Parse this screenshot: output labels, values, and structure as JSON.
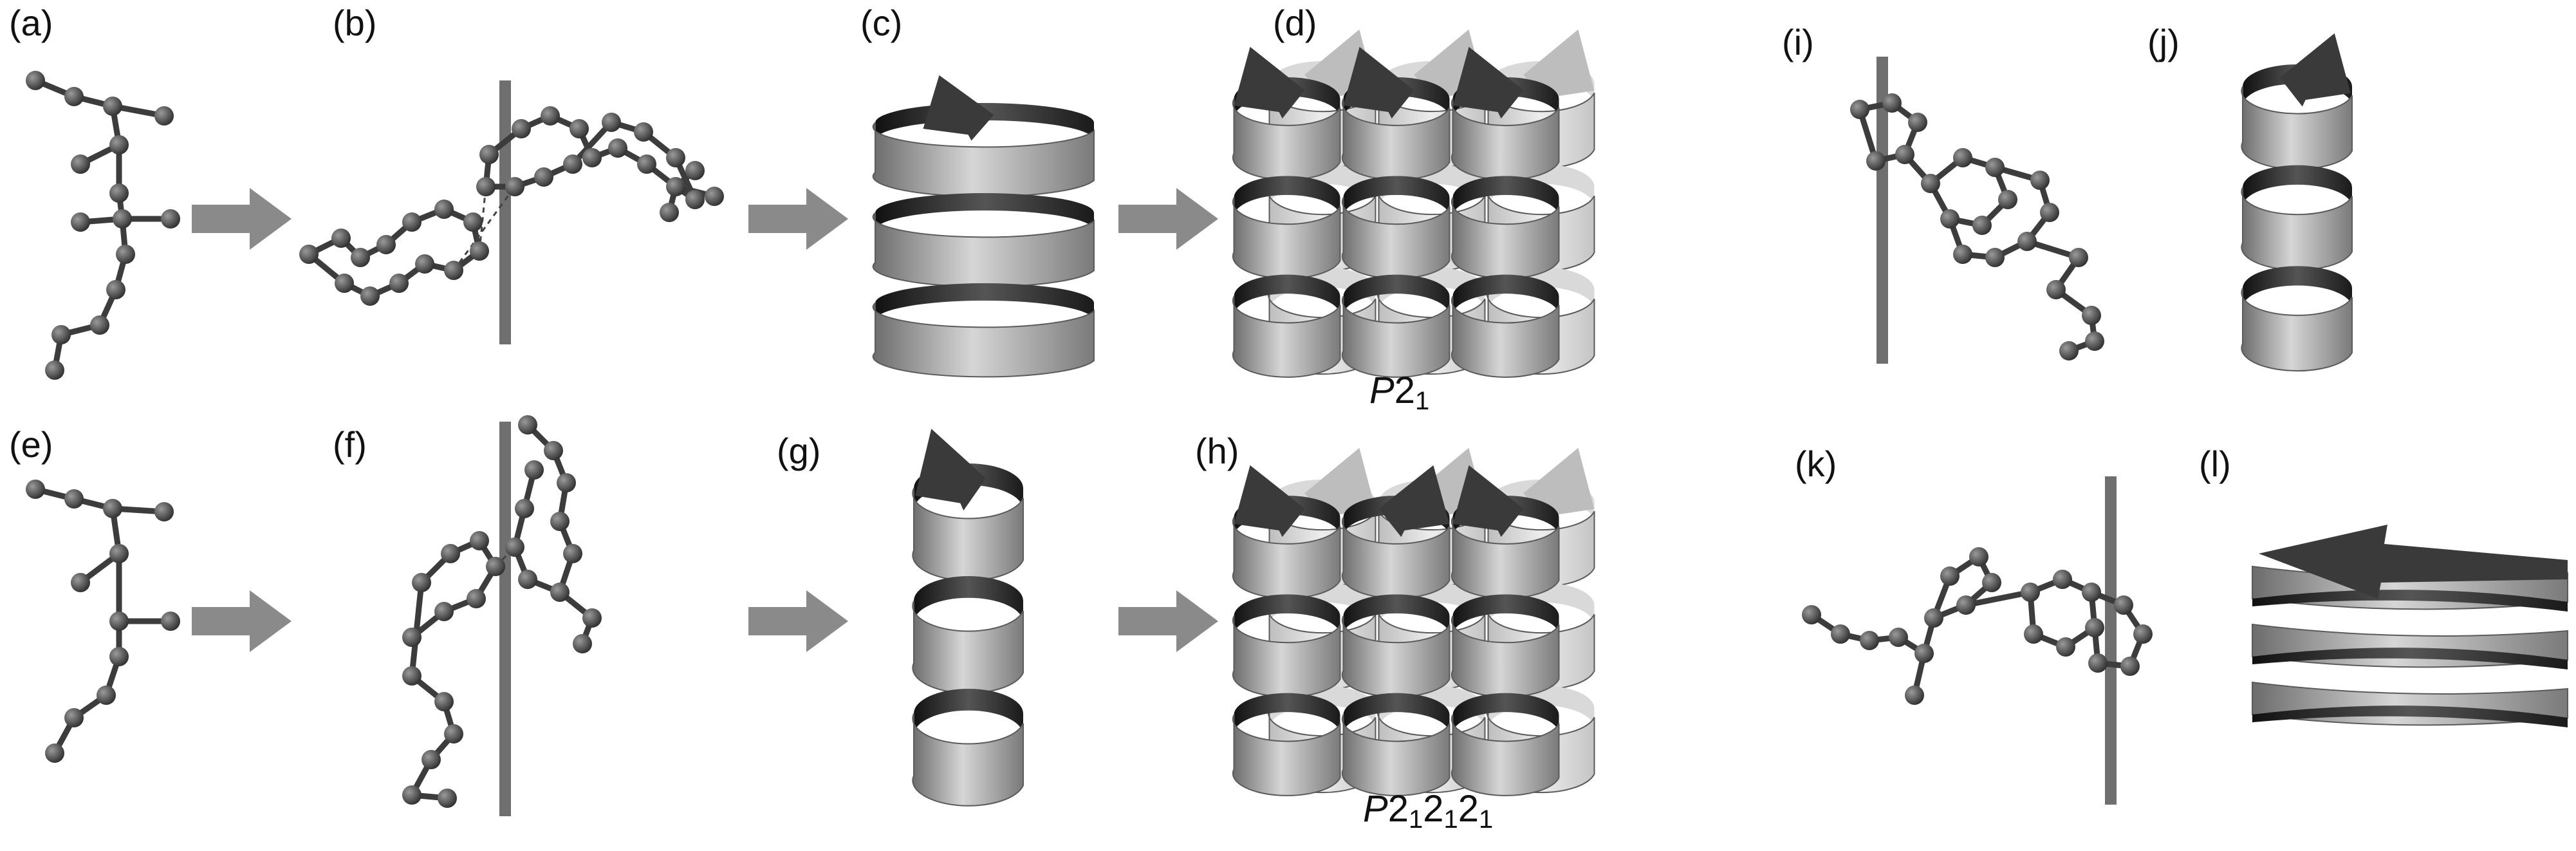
{
  "panels": [
    "(a)",
    "(b)",
    "(c)",
    "(d)",
    "(e)",
    "(f)",
    "(g)",
    "(h)",
    "(i)",
    "(j)",
    "(k)",
    "(l)"
  ],
  "space_groups": {
    "d": {
      "italic": "P",
      "base": "2",
      "sub": "1"
    },
    "h": {
      "italic": "P",
      "parts": [
        [
          "2",
          "1"
        ],
        [
          "2",
          "1"
        ],
        [
          "2",
          "1"
        ]
      ]
    }
  },
  "colors": {
    "arrow": "#8a8a8a",
    "axis_rod": "#6f6f6f",
    "atom": "#555555",
    "bond": "#3c3c3c",
    "ribbon_light": "#c8c8c8",
    "ribbon_dark": "#2a2a2a"
  }
}
